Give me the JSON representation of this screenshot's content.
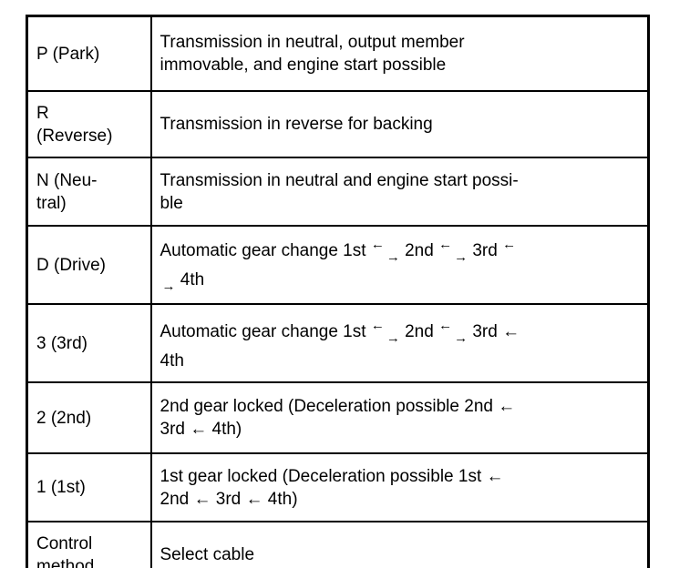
{
  "page": {
    "background_color": "#ffffff",
    "text_color": "#000000",
    "border_color": "#000000"
  },
  "table": {
    "name": "transmission-gear-positions",
    "columns": [
      "position",
      "description"
    ],
    "rows": [
      {
        "label": "P (Park)",
        "desc": [
          {
            "text": "Transmission in neutral, output member"
          },
          {
            "br": true
          },
          {
            "text": "immovable, and engine start possible"
          }
        ]
      },
      {
        "label": "R\n(Reverse)",
        "desc": [
          {
            "text": "Transmission in reverse for backing"
          }
        ]
      },
      {
        "label": "N (Neu-\ntral)",
        "desc": [
          {
            "text": "Transmission in neutral and engine start possi-"
          },
          {
            "br": true
          },
          {
            "text": "ble"
          }
        ]
      },
      {
        "label": "D (Drive)",
        "desc": [
          {
            "text": "Automatic gear change 1st "
          },
          {
            "sup": "←"
          },
          {
            "sub": "→"
          },
          {
            "text": " 2nd "
          },
          {
            "sup": "←"
          },
          {
            "sub": "→"
          },
          {
            "text": " 3rd "
          },
          {
            "sup": "←"
          },
          {
            "br": true
          },
          {
            "sub": "→"
          },
          {
            "text": " 4th"
          }
        ]
      },
      {
        "label": "3 (3rd)",
        "desc": [
          {
            "text": "Automatic gear change 1st "
          },
          {
            "sup": "←"
          },
          {
            "sub": "→"
          },
          {
            "text": " 2nd "
          },
          {
            "sup": "←"
          },
          {
            "sub": "→"
          },
          {
            "text": " 3rd ←"
          },
          {
            "br": true
          },
          {
            "text": "4th"
          }
        ]
      },
      {
        "label": "2 (2nd)",
        "desc": [
          {
            "text": "2nd gear locked (Deceleration possible 2nd ←"
          },
          {
            "br": true
          },
          {
            "text": "3rd ← 4th)"
          }
        ]
      },
      {
        "label": "1 (1st)",
        "desc": [
          {
            "text": "1st gear locked (Deceleration possible 1st ←"
          },
          {
            "br": true
          },
          {
            "text": "2nd ← 3rd ← 4th)"
          }
        ]
      },
      {
        "label": "Control\nmethod",
        "desc": [
          {
            "text": "Select cable"
          }
        ]
      }
    ]
  }
}
